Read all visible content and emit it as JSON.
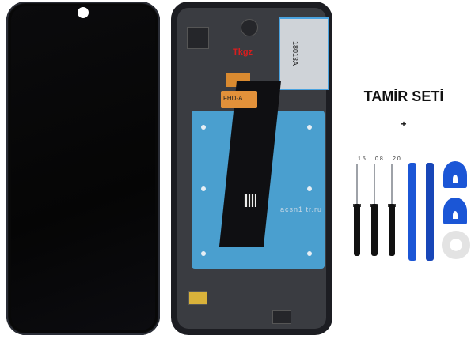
{
  "title": "TAMİR SETİ",
  "plus": "+",
  "back_labels": {
    "brand_tag": "Tkgz",
    "flex_tag": "FHD-A",
    "serial": "18013A",
    "watermark": "acsn1 tr.ru"
  },
  "screwdrivers": [
    {
      "label": "1.5"
    },
    {
      "label": "0.8"
    },
    {
      "label": "2.0"
    }
  ],
  "colors": {
    "pry_tool": "#1b56d6",
    "board_blue": "#4a9fcf",
    "flex_tab": "#e2913a"
  }
}
